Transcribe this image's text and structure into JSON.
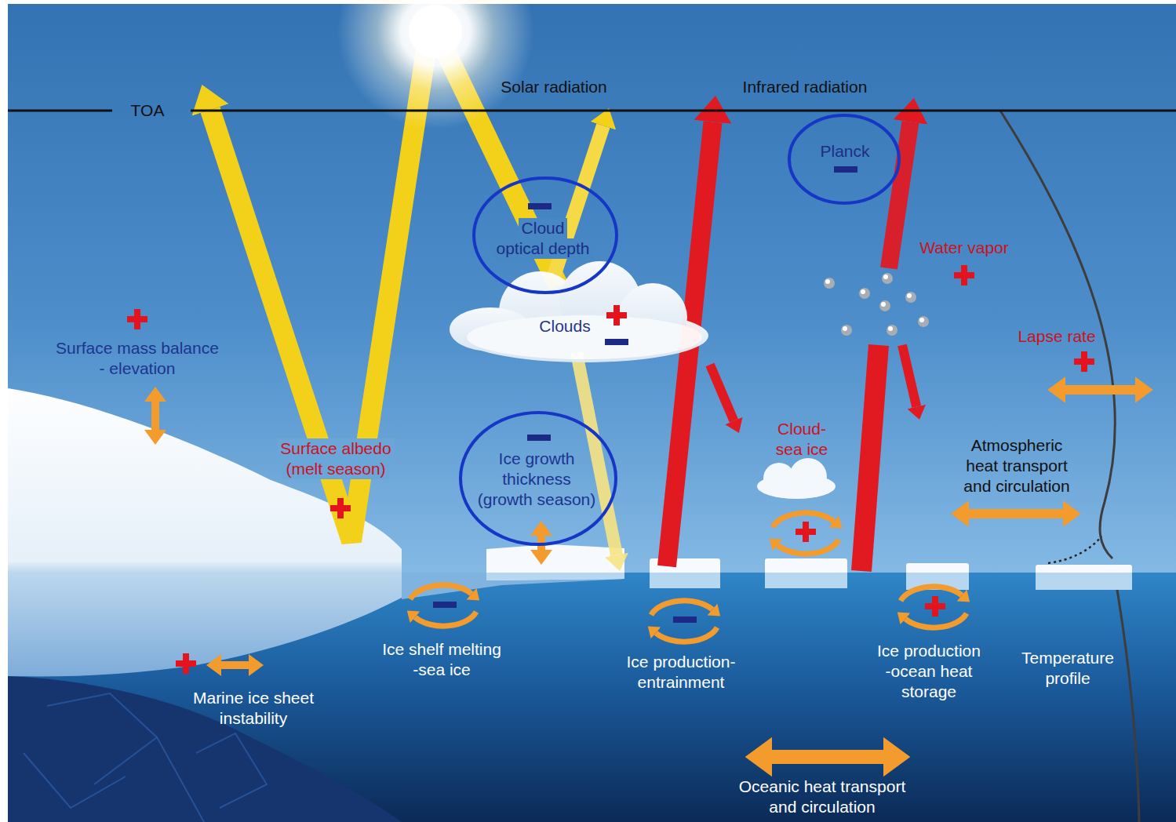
{
  "diagram": {
    "nodes": [
      {
        "text": [
          "Planck"
        ]
      },
      {
        "text": [
          "Cloud optical depth"
        ]
      },
      {
        "text": [
          "Ice growth thickness (growth season)"
        ]
      }
    ],
    "labels": [
      "TOA",
      "Solar radiation",
      "Infrared radiation",
      "Water vapor",
      "Clouds",
      "Lapse rate",
      "Surface mass balance - elevation",
      "Cloud- sea ice",
      "Surface albedo (melt season)",
      "Atmospheric heat transport and circulation",
      "Ice shelf melting -sea ice",
      "Ice production- entrainment",
      "Ice production -ocean heat storage",
      "Temperature profile",
      "Marine ice sheet instability",
      "Oceanic heat transport and circulation"
    ]
  }
}
